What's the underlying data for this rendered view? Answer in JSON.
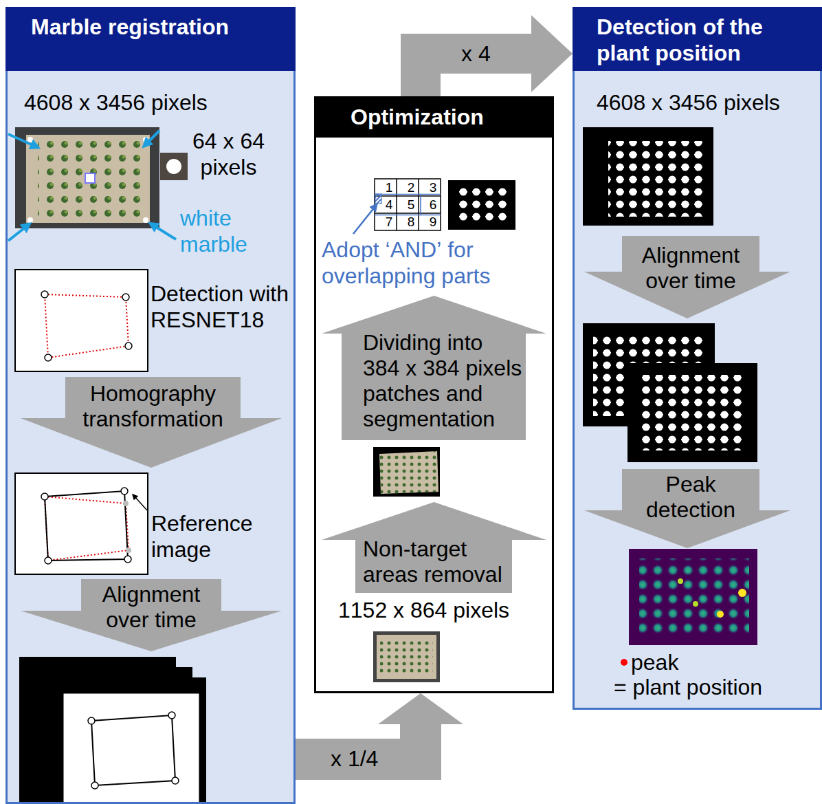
{
  "diagram": {
    "nodes": [
      {
        "text": [
          "Marble registration"
        ]
      },
      {
        "text": [
          "Homography transformation"
        ],
        "in": 0
      },
      {
        "text": [
          "Alignment over time"
        ],
        "in": 0
      },
      {
        "text": [
          "Optimization"
        ]
      },
      {
        "text": [
          "Dividing into 384 x 384 pixels patches and segmentation"
        ],
        "in": 3
      },
      {
        "text": [
          "Non-target areas removal"
        ],
        "in": 3
      },
      {
        "text": [
          "Detection of the plant position"
        ]
      },
      {
        "text": [
          "Alignment over time"
        ],
        "in": 6
      },
      {
        "text": [
          "Peak detection"
        ],
        "in": 6
      }
    ],
    "edges": [
      {
        "from": 0,
        "to": 3,
        "label": "x 1/4",
        "arrow": "to"
      },
      {
        "from": 3,
        "to": 6,
        "label": "x 4",
        "arrow": "to"
      }
    ],
    "labels": [
      "4608 x 3456 pixels",
      "64 x 64 pixels",
      "white marble",
      "Detection with RESNET18",
      "Reference image",
      "1",
      "2",
      "3",
      "4",
      "5",
      "6",
      "7",
      "8",
      "9",
      "Adopt ‘AND’ for overlapping parts",
      "1152 x 864 pixels",
      "4608 x 3456 pixels",
      "peak",
      "= plant position"
    ]
  }
}
